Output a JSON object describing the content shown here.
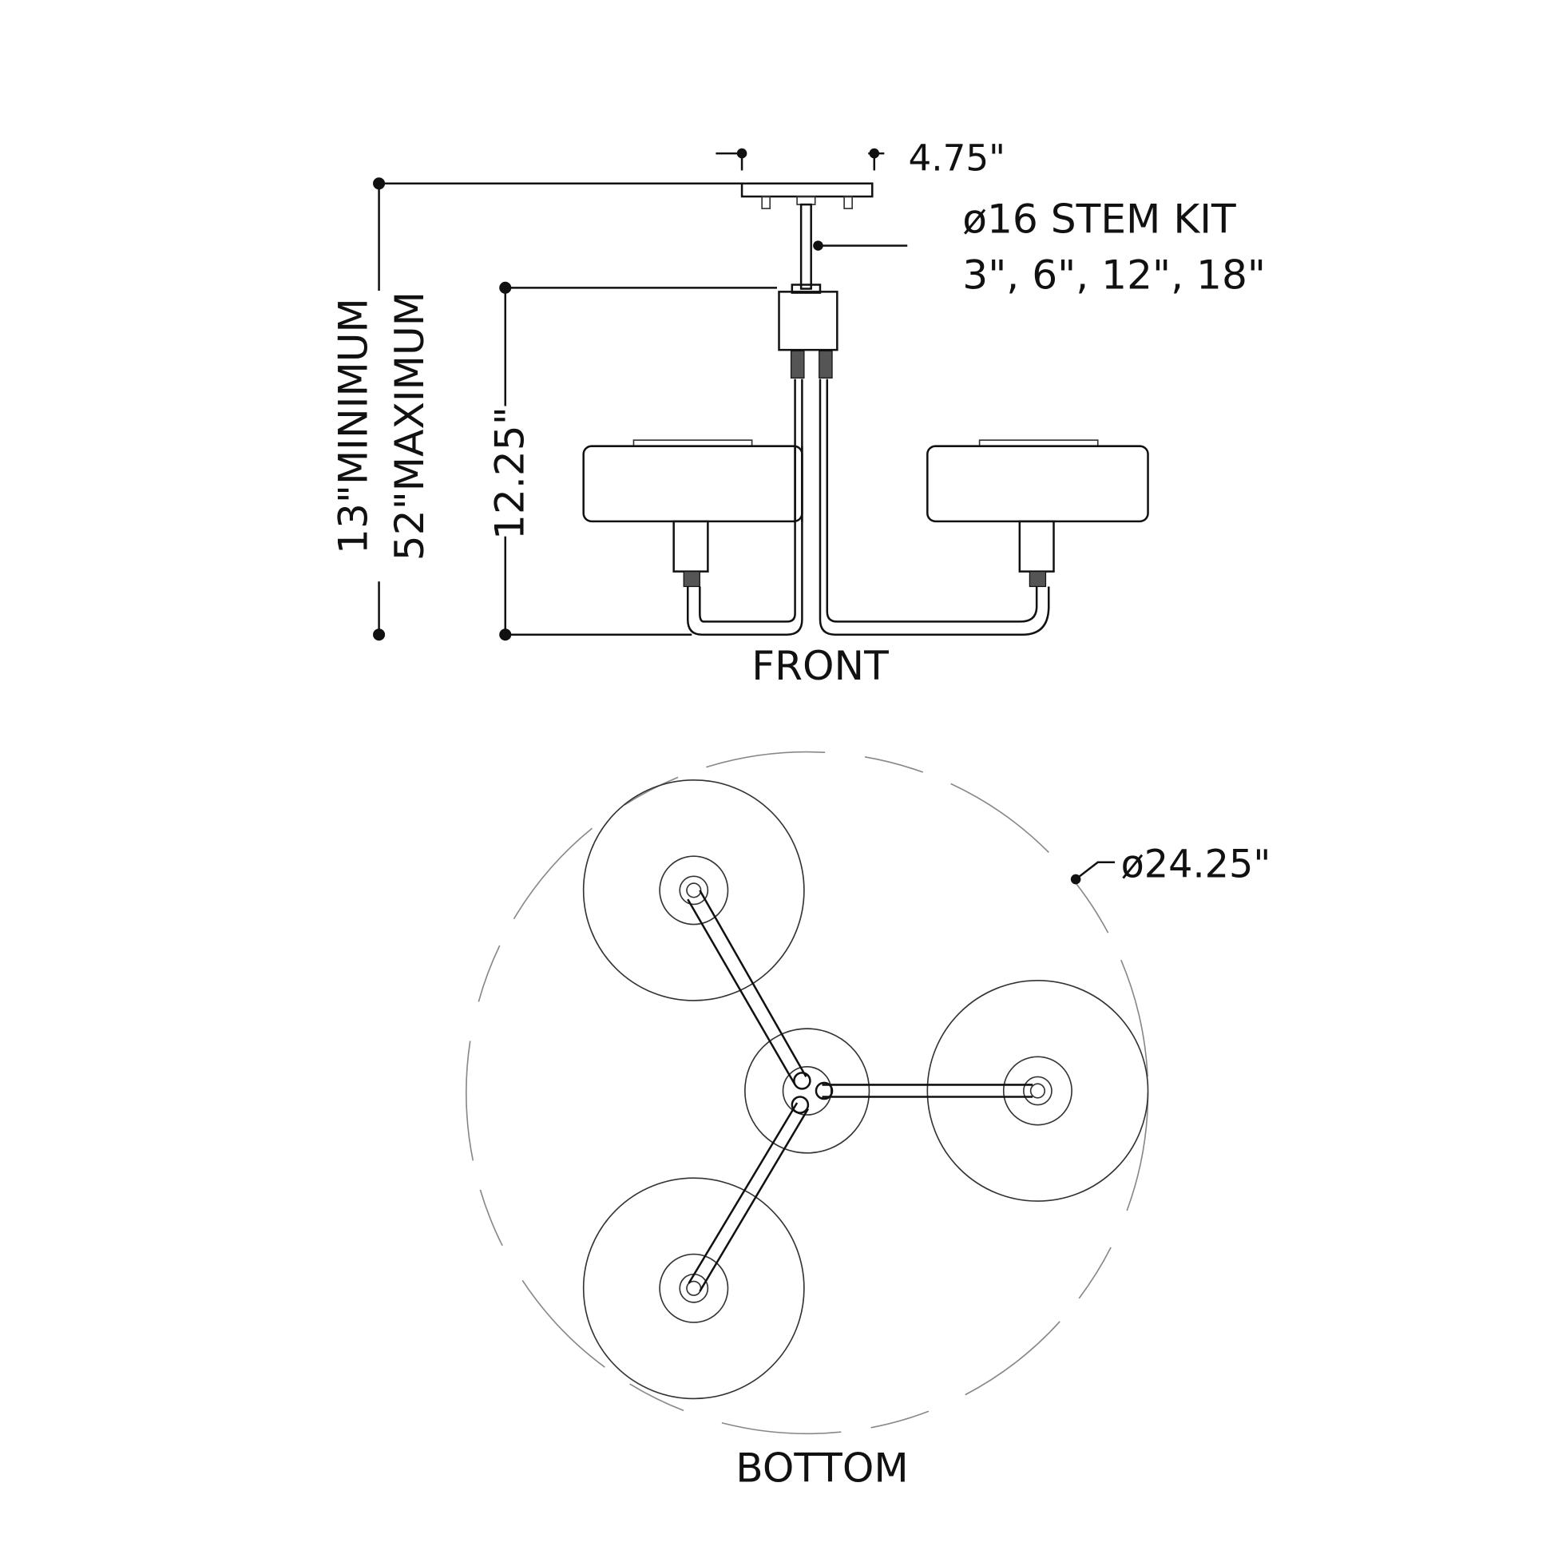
{
  "front": {
    "canopy_width": "4.75\"",
    "stem_kit_title": "ø16 STEM KIT",
    "stem_kit_lengths": "3\", 6\", 12\", 18\"",
    "body_height": "12.25\"",
    "overall_min": "13\"MINIMUM",
    "overall_max": "52\"MAXIMUM",
    "view_label": "FRONT"
  },
  "bottom": {
    "diameter": "ø24.25\"",
    "view_label": "BOTTOM"
  }
}
